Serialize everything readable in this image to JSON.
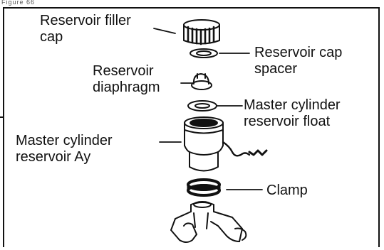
{
  "figure": {
    "title": "Figure 66"
  },
  "labels": {
    "filler_cap": [
      "Reservoir filler",
      "cap"
    ],
    "cap_spacer": [
      "Reservoir cap",
      "spacer"
    ],
    "diaphragm": [
      "Reservoir",
      "diaphragm"
    ],
    "float": [
      "Master cylinder",
      "reservoir float"
    ],
    "reservoir_assy": [
      "Master cylinder",
      "reservoir Ay"
    ],
    "clamp": [
      "Clamp"
    ]
  }
}
